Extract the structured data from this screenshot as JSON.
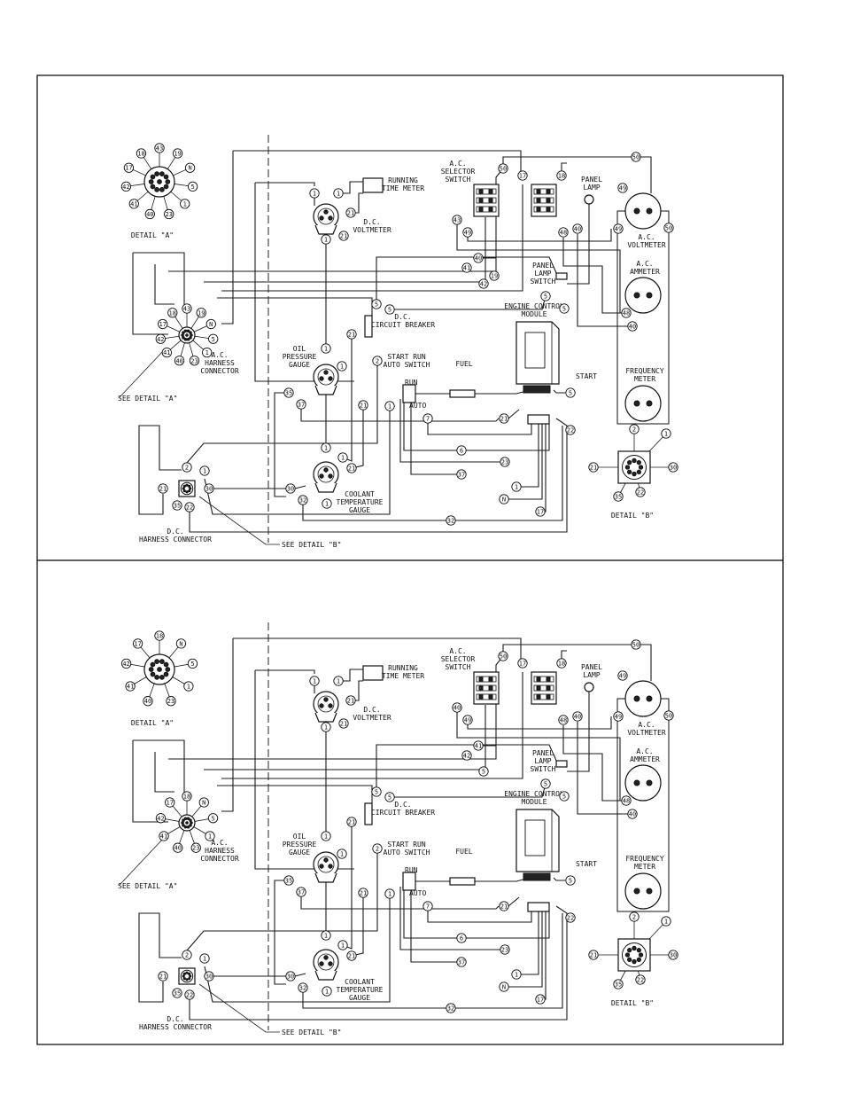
{
  "panels": [
    {
      "labels": {
        "detail_a": "DETAIL \"A\"",
        "detail_b": "DETAIL \"B\"",
        "running_time_meter": [
          "RUNNING",
          "TIME METER"
        ],
        "dc_voltmeter": [
          "D.C.",
          "VOLTMETER"
        ],
        "ac_selector_switch": [
          "A.C.",
          "SELECTOR",
          "SWITCH"
        ],
        "panel_lamp": [
          "PANEL",
          "LAMP"
        ],
        "ac_voltmeter": [
          "A.C.",
          "VOLTMETER"
        ],
        "ac_ammeter": [
          "A.C.",
          "AMMETER"
        ],
        "panel_lamp_switch": [
          "PANEL",
          "LAMP",
          "SWITCH"
        ],
        "engine_control_module": [
          "ENGINE CONTROL",
          "MODULE"
        ],
        "dc_circuit_breaker": [
          "D.C.",
          "CIRCUIT BREAKER"
        ],
        "ac_harness_connector": [
          "A.C.",
          "HARNESS",
          "CONNECTOR"
        ],
        "oil_pressure_gauge": [
          "OIL",
          "PRESSURE",
          "GAUGE"
        ],
        "start_run_auto_switch": [
          "START RUN",
          "AUTO SWITCH"
        ],
        "run": "RUN",
        "auto": "AUTO",
        "fuel": "FUEL",
        "start": "START",
        "frequency_meter": [
          "FREQUENCY",
          "METER"
        ],
        "see_detail_a": "SEE DETAIL \"A\"",
        "coolant_temperature_gauge": [
          "COOLANT",
          "TEMPERATURE",
          "GAUGE"
        ],
        "dc_harness_connector": [
          "D.C.",
          "HARNESS CONNECTOR"
        ],
        "see_detail_b": "SEE DETAIL \"B\""
      },
      "detail_a_pins": [
        "40",
        "41",
        "42",
        "17",
        "18",
        "43",
        "19",
        "N",
        "5",
        "1",
        "23"
      ],
      "detail_b_pins": [
        "2",
        "1",
        "21",
        "30",
        "35",
        "22"
      ],
      "terminals": {
        "rtm": [
          "1",
          "1",
          "21"
        ],
        "dcv": [
          "1",
          "21"
        ],
        "acsel": [
          "43",
          "49",
          "50",
          "17",
          "18",
          "48",
          "40"
        ],
        "acv": [
          "49",
          "50"
        ],
        "acamm": [
          "48",
          "40"
        ],
        "pls": [
          "5"
        ],
        "harness_a": [
          "40",
          "41",
          "42",
          "17",
          "18",
          "43",
          "19",
          "N",
          "5",
          "1",
          "23"
        ],
        "oil": [
          "1",
          "1",
          "21",
          "35",
          "37"
        ],
        "cb": [
          "5",
          "5",
          "21"
        ],
        "sra": [
          "2",
          "1",
          "7",
          "21"
        ],
        "ecm": [
          "5",
          "5",
          "21",
          "22"
        ],
        "ctg": [
          "1",
          "1",
          "21",
          "30",
          "32",
          "1"
        ],
        "harness_b": [
          "2",
          "1",
          "21",
          "30",
          "35",
          "22"
        ],
        "bundle": [
          "6",
          "23",
          "37",
          "1",
          "N",
          "17",
          "32"
        ],
        "ac_wires": [
          "40",
          "41",
          "42",
          "19"
        ]
      }
    },
    {
      "labels": {
        "detail_a": "DETAIL \"A\"",
        "detail_b": "DETAIL \"B\"",
        "running_time_meter": [
          "RUNNING",
          "TIME METER"
        ],
        "dc_voltmeter": [
          "D.C.",
          "VOLTMETER"
        ],
        "ac_selector_switch": [
          "A.C.",
          "SELECTOR",
          "SWITCH"
        ],
        "panel_lamp": [
          "PANEL",
          "LAMP"
        ],
        "ac_voltmeter": [
          "A.C.",
          "VOLTMETER"
        ],
        "ac_ammeter": [
          "A.C.",
          "AMMETER"
        ],
        "panel_lamp_switch": [
          "PANEL",
          "LAMP",
          "SWITCH"
        ],
        "engine_control_module": [
          "ENGINE CONTROL",
          "MODULE"
        ],
        "dc_circuit_breaker": [
          "D.C.",
          "CIRCUIT BREAKER"
        ],
        "ac_harness_connector": [
          "A.C.",
          "HARNESS",
          "CONNECTOR"
        ],
        "oil_pressure_gauge": [
          "OIL",
          "PRESSURE",
          "GAUGE"
        ],
        "start_run_auto_switch": [
          "START RUN",
          "AUTO SWITCH"
        ],
        "run": "RUN",
        "auto": "AUTO",
        "fuel": "FUEL",
        "start": "START",
        "frequency_meter": [
          "FREQUENCY",
          "METER"
        ],
        "see_detail_a": "SEE DETAIL \"A\"",
        "coolant_temperature_gauge": [
          "COOLANT",
          "TEMPERATURE",
          "GAUGE"
        ],
        "dc_harness_connector": [
          "D.C.",
          "HARNESS CONNECTOR"
        ],
        "see_detail_b": "SEE DETAIL \"B\""
      },
      "detail_a_pins": [
        "40",
        "41",
        "42",
        "17",
        "18",
        "N",
        "5",
        "1",
        "23"
      ],
      "detail_b_pins": [
        "2",
        "1",
        "21",
        "30",
        "35",
        "22"
      ],
      "terminals": {
        "rtm": [
          "1",
          "1",
          "21"
        ],
        "dcv": [
          "1",
          "21"
        ],
        "acsel": [
          "40",
          "49",
          "50",
          "17",
          "18",
          "48",
          "40"
        ],
        "acv": [
          "49",
          "50"
        ],
        "acamm": [
          "48",
          "40"
        ],
        "pls": [
          "5"
        ],
        "harness_a": [
          "40",
          "41",
          "42",
          "17",
          "18",
          "N",
          "5",
          "1",
          "23"
        ],
        "oil": [
          "1",
          "1",
          "21",
          "35",
          "37"
        ],
        "cb": [
          "5",
          "5",
          "21"
        ],
        "sra": [
          "2",
          "1",
          "7",
          "21"
        ],
        "ecm": [
          "5",
          "5",
          "21",
          "22"
        ],
        "ctg": [
          "1",
          "1",
          "21",
          "30",
          "32",
          "1"
        ],
        "harness_b": [
          "2",
          "1",
          "21",
          "30",
          "35",
          "22"
        ],
        "bundle": [
          "6",
          "23",
          "37",
          "1",
          "N",
          "17",
          "32"
        ],
        "ac_wires": [
          "41",
          "42",
          "5"
        ]
      }
    }
  ]
}
